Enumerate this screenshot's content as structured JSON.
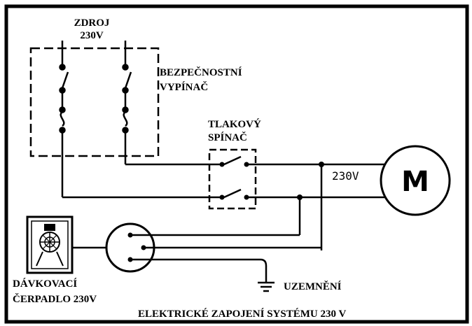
{
  "labels": {
    "source_line1": "ZDROJ",
    "source_line2": "230V",
    "safety_switch_line1": "BEZPEČNOSTNÍ",
    "safety_switch_line2": "VYPÍNAČ",
    "pressure_switch_line1": "TLAKOVÝ",
    "pressure_switch_line2": "SPÍNAČ",
    "motor_voltage": "230V",
    "motor_symbol": "M",
    "grounding": "UZEMNĚNÍ",
    "dosing_pump_line1": "DÁVKOVACÍ",
    "dosing_pump_line2": "ČERPADLO 230V",
    "footer_title": "ELEKTRICKÉ ZAPOJENÍ SYSTÉMU 230 V"
  },
  "colors": {
    "line": "#000000",
    "background": "#ffffff"
  }
}
